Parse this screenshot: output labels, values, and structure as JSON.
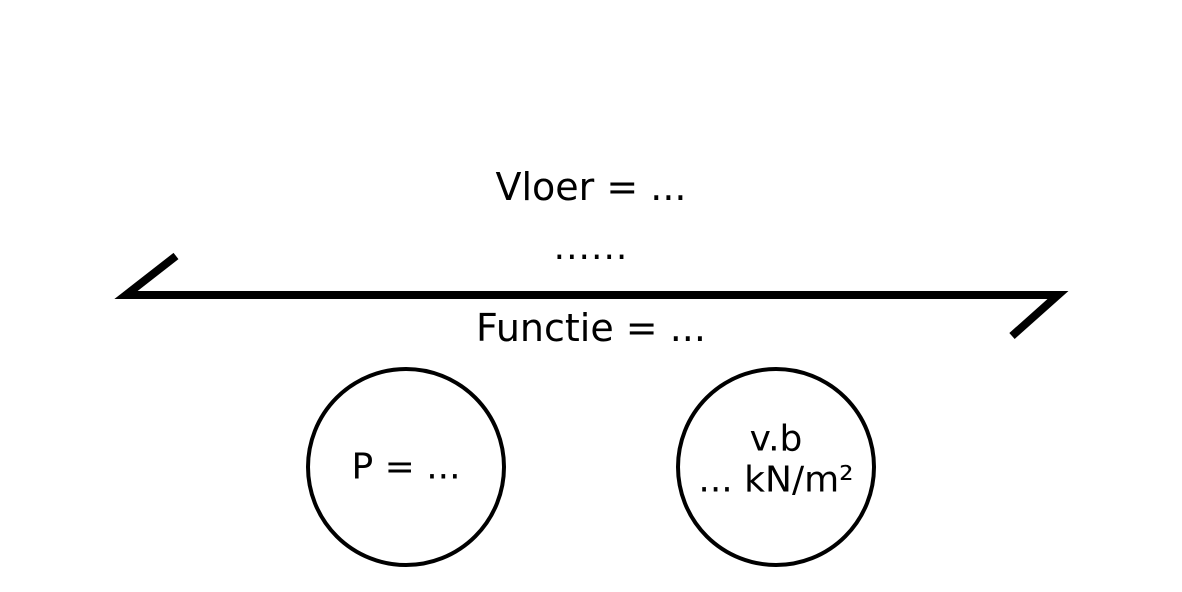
{
  "floor": {
    "title": "Vloer = ...",
    "dots": "......",
    "function_label": "Functie = ..."
  },
  "circles": {
    "persons": {
      "label": "P = ..."
    },
    "load": {
      "line1": "v.b",
      "line2": "... kN/m²"
    }
  },
  "colors": {
    "stroke": "#000000",
    "background": "#ffffff"
  }
}
